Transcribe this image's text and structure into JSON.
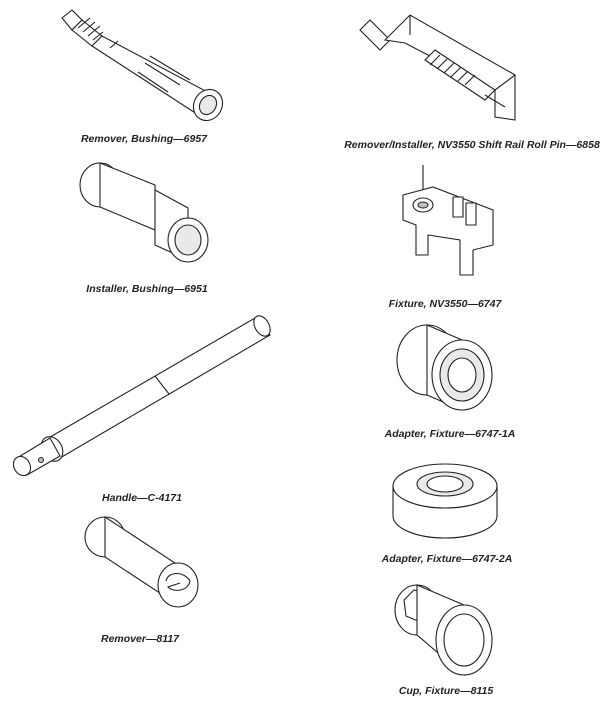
{
  "tools": [
    {
      "id": "remover-bushing",
      "icon": "remover-bushing-icon",
      "label": "Remover, Bushing—6957"
    },
    {
      "id": "remover-installer-pin",
      "icon": "remover-installer-pin-icon",
      "label": "Remover/Installer, NV3550 Shift Rail Roll Pin—6858"
    },
    {
      "id": "installer-bushing",
      "icon": "installer-bushing-icon",
      "label": "Installer, Bushing—6951"
    },
    {
      "id": "fixture-nv3550",
      "icon": "fixture-nv3550-icon",
      "label": "Fixture, NV3550—6747"
    },
    {
      "id": "handle",
      "icon": "handle-icon",
      "label": "Handle—C-4171"
    },
    {
      "id": "adapter-fixture-1a",
      "icon": "adapter-fixture-1a-icon",
      "label": "Adapter, Fixture—6747-1A"
    },
    {
      "id": "adapter-fixture-2a",
      "icon": "adapter-fixture-2a-icon",
      "label": "Adapter, Fixture—6747-2A"
    },
    {
      "id": "remover",
      "icon": "remover-icon",
      "label": "Remover—8117"
    },
    {
      "id": "cup-fixture",
      "icon": "cup-fixture-icon",
      "label": "Cup, Fixture—8115"
    }
  ]
}
